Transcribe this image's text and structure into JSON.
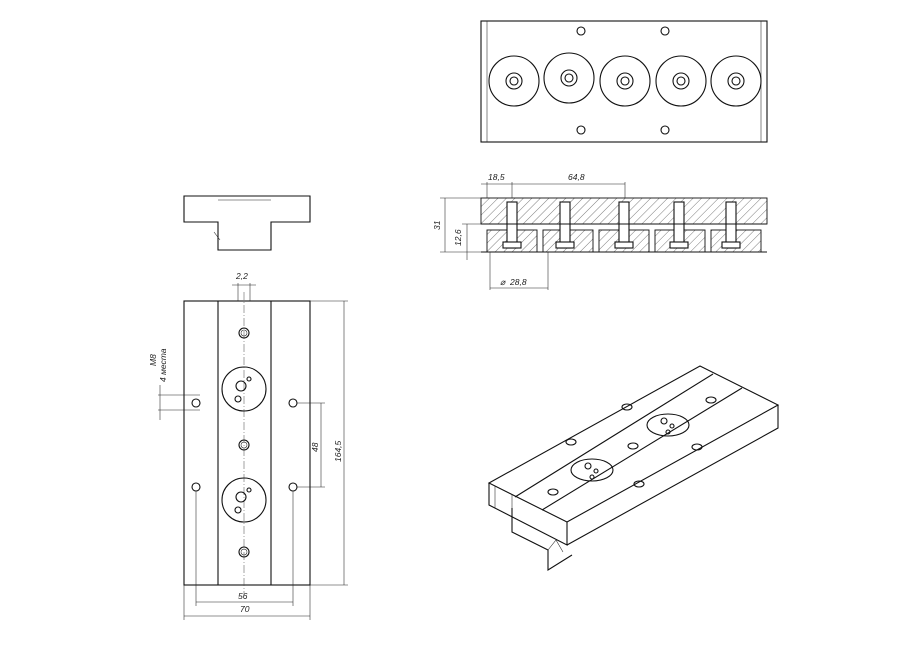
{
  "dimensions": {
    "hole_spacing_small": "2,2",
    "thread": "M8",
    "thread_count": "4 места",
    "hole_pitch": "48",
    "total_length": "164,5",
    "hole_span": "56",
    "total_width": "70",
    "edge_offset": "18,5",
    "pocket_pitch": "64,8",
    "height_total": "31",
    "height_lower": "12,6",
    "pocket_diameter": "28,8"
  },
  "diameter_symbol": "⌀"
}
